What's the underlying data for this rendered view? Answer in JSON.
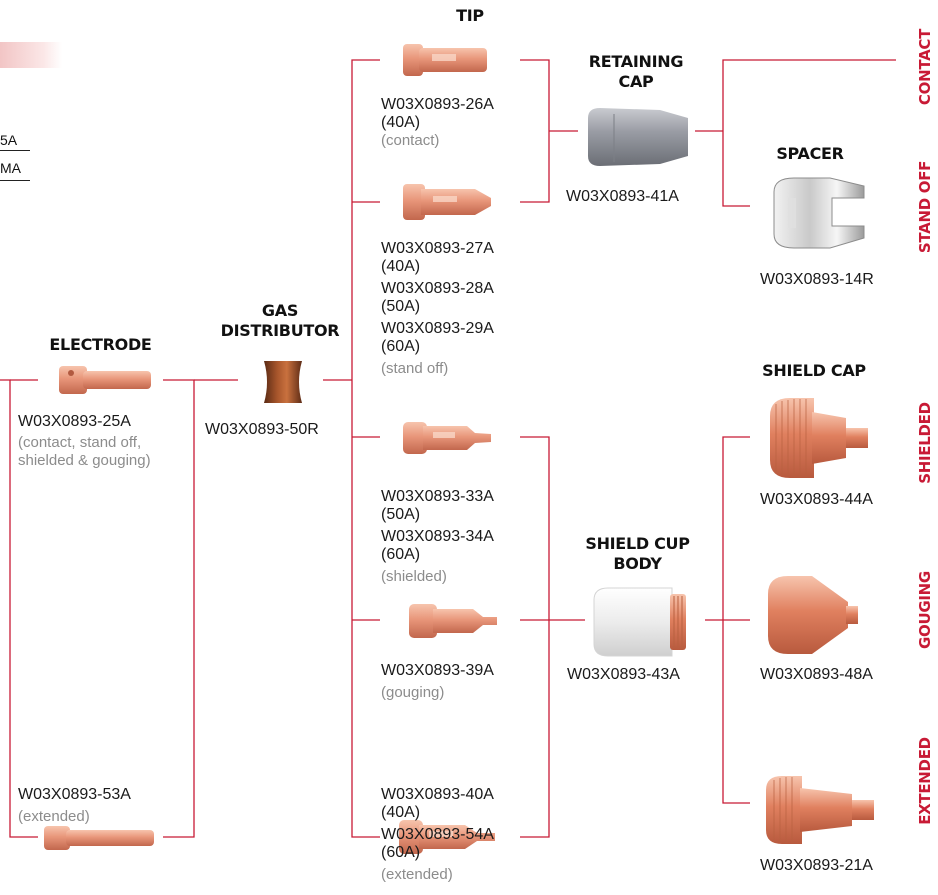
{
  "colors": {
    "line": "#c81a35",
    "copper": "#e8967a",
    "label_red": "#c81a35",
    "note_gray": "#8c8c8c"
  },
  "left_fragment": {
    "line1": "5A",
    "line2": "MA"
  },
  "headers": {
    "tip": "TIP",
    "retaining_cap": "RETAINING CAP",
    "spacer": "SPACER",
    "gas_distributor": "GAS DISTRIBUTOR",
    "electrode": "ELECTRODE",
    "shield_cap": "SHIELD CAP",
    "shield_cup_body": "SHIELD CUP BODY"
  },
  "side_labels": {
    "contact": "CONTACT",
    "stand_off": "STAND OFF",
    "shielded": "SHIELDED",
    "gouging": "GOUGING",
    "extended": "EXTENDED"
  },
  "parts": {
    "tip_contact": {
      "pn1": "W03X0893-26A",
      "amp1": "(40A)",
      "note": "(contact)"
    },
    "tip_standoff": {
      "pn1": "W03X0893-27A",
      "amp1": "(40A)",
      "pn2": "W03X0893-28A",
      "amp2": "(50A)",
      "pn3": "W03X0893-29A",
      "amp3": "(60A)",
      "note": "(stand off)"
    },
    "tip_shielded": {
      "pn1": "W03X0893-33A",
      "amp1": "(50A)",
      "pn2": "W03X0893-34A",
      "amp2": "(60A)",
      "note": "(shielded)"
    },
    "tip_gouging": {
      "pn1": "W03X0893-39A",
      "note": "(gouging)"
    },
    "tip_extended": {
      "pn1": "W03X0893-40A",
      "amp1": "(40A)",
      "pn2": "W03X0893-54A",
      "amp2": "(60A)",
      "note": "(extended)"
    },
    "retaining_cap": {
      "pn": "W03X0893-41A"
    },
    "spacer": {
      "pn": "W03X0893-14R"
    },
    "gas_distributor": {
      "pn": "W03X0893-50R"
    },
    "electrode": {
      "pn": "W03X0893-25A",
      "note1": "(contact, stand off,",
      "note2": "shielded & gouging)"
    },
    "electrode_extended": {
      "pn": "W03X0893-53A",
      "note": "(extended)"
    },
    "shield_cap": {
      "pn": "W03X0893-44A"
    },
    "shield_cup_body": {
      "pn": "W03X0893-43A"
    },
    "gouging_cap": {
      "pn": "W03X0893-48A"
    },
    "extended_cap": {
      "pn": "W03X0893-21A"
    }
  }
}
